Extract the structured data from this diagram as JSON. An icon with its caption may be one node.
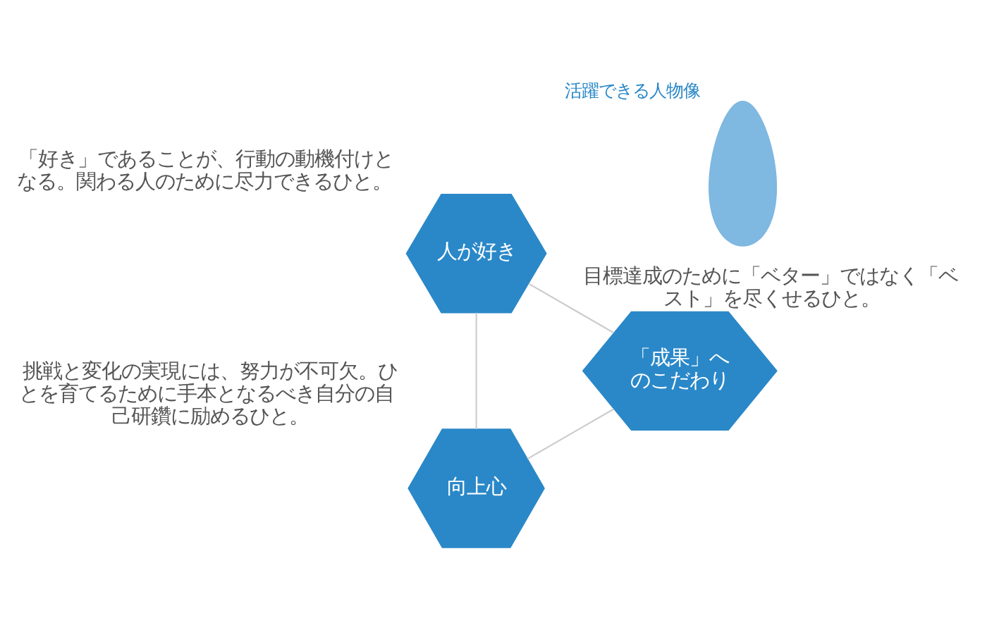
{
  "diagram": {
    "nodes": [
      {
        "text": [],
        "shape": "person",
        "beside": [
          "活躍できる人物像"
        ]
      },
      {
        "text": [
          "向上心"
        ],
        "beside": [
          "挑戦と変化の実現には、努力が不可欠。ひとを育てるために手本となるべき自分の自己研鑽に励めるひと。"
        ]
      },
      {
        "text": [
          "「成果」へのこだわり"
        ],
        "beside": [
          "目標達成のために「ベター」ではなく「ベスト」を尽くせるひと。"
        ]
      },
      {
        "text": [
          "人が好き"
        ],
        "beside": [
          "「好き」であることが、行動の動機付けとなる。関わる人のために尽力できるひと。"
        ]
      }
    ],
    "edges": [
      {
        "from": 1,
        "to": 3,
        "arrow": "none"
      },
      {
        "from": 3,
        "to": 2,
        "arrow": "none"
      },
      {
        "from": 2,
        "to": 1,
        "arrow": "none"
      }
    ]
  }
}
